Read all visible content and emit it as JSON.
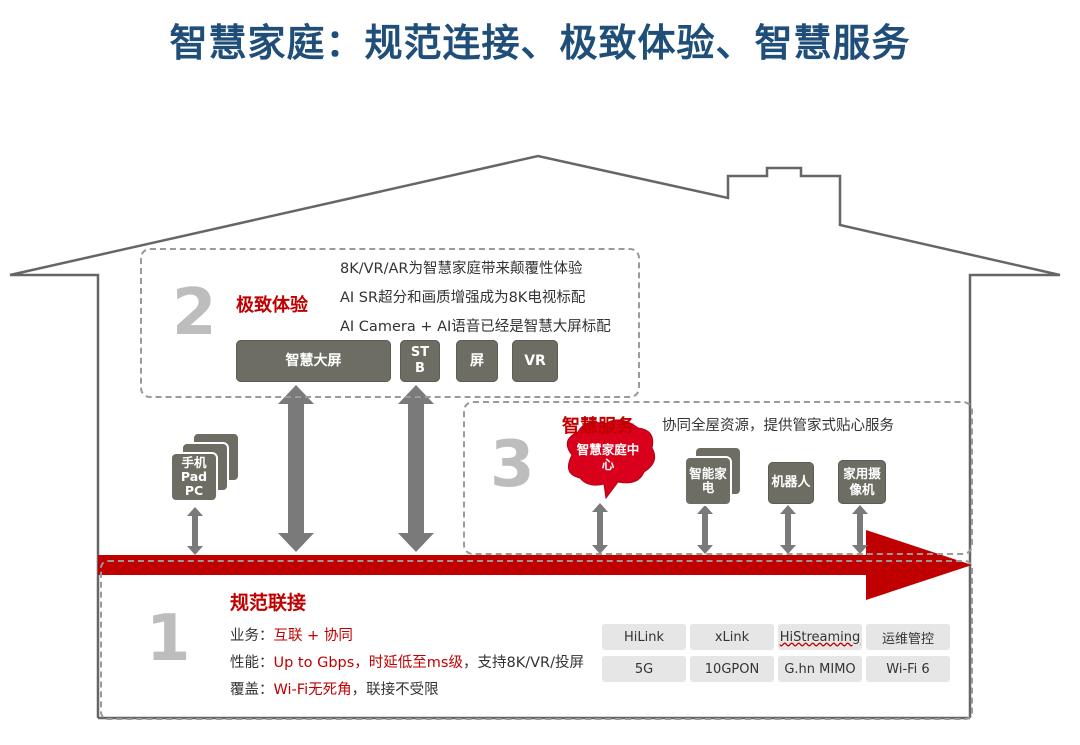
{
  "title": "智慧家庭：规范连接、极致体验、智慧服务",
  "section2": {
    "number": "2",
    "heading": "极致体验",
    "lines": [
      "8K/VR/AR为智慧家庭带来颠覆性体验",
      "AI SR超分和画质增强成为8K电视标配",
      "AI Camera + AI语音已经是智慧大屏标配"
    ],
    "devices": [
      "智慧大屏",
      "ST B",
      "屏",
      "VR"
    ]
  },
  "section3": {
    "number": "3",
    "heading": "智慧服务",
    "desc": "协同全屋资源，提供管家式贴心服务",
    "center": "智慧家庭中心",
    "devices": [
      "智能家电",
      "机器人",
      "家用摄像机"
    ]
  },
  "left_device": "手机 Pad PC",
  "section1": {
    "number": "1",
    "heading": "规范联接",
    "rows": [
      {
        "label": "业务：",
        "red": "互联 + 协同",
        "rest": ""
      },
      {
        "label": "性能：",
        "red": "Up to Gbps，时延低至ms级",
        "rest": "，支持8K/VR/投屏"
      },
      {
        "label": "覆盖：",
        "red": "Wi-Fi无死角",
        "rest": "，联接不受限"
      }
    ],
    "chips_row1": [
      "HiLink",
      "xLink",
      "HiStreaming",
      "运维管控"
    ],
    "chips_row2": [
      "5G",
      "10GPON",
      "G.hn MIMO",
      "Wi-Fi 6"
    ]
  },
  "colors": {
    "accent_red": "#c00000",
    "title_blue": "#1f4e79",
    "device_gray": "#6d6d63",
    "arrow_gray": "#7a7a7a"
  }
}
